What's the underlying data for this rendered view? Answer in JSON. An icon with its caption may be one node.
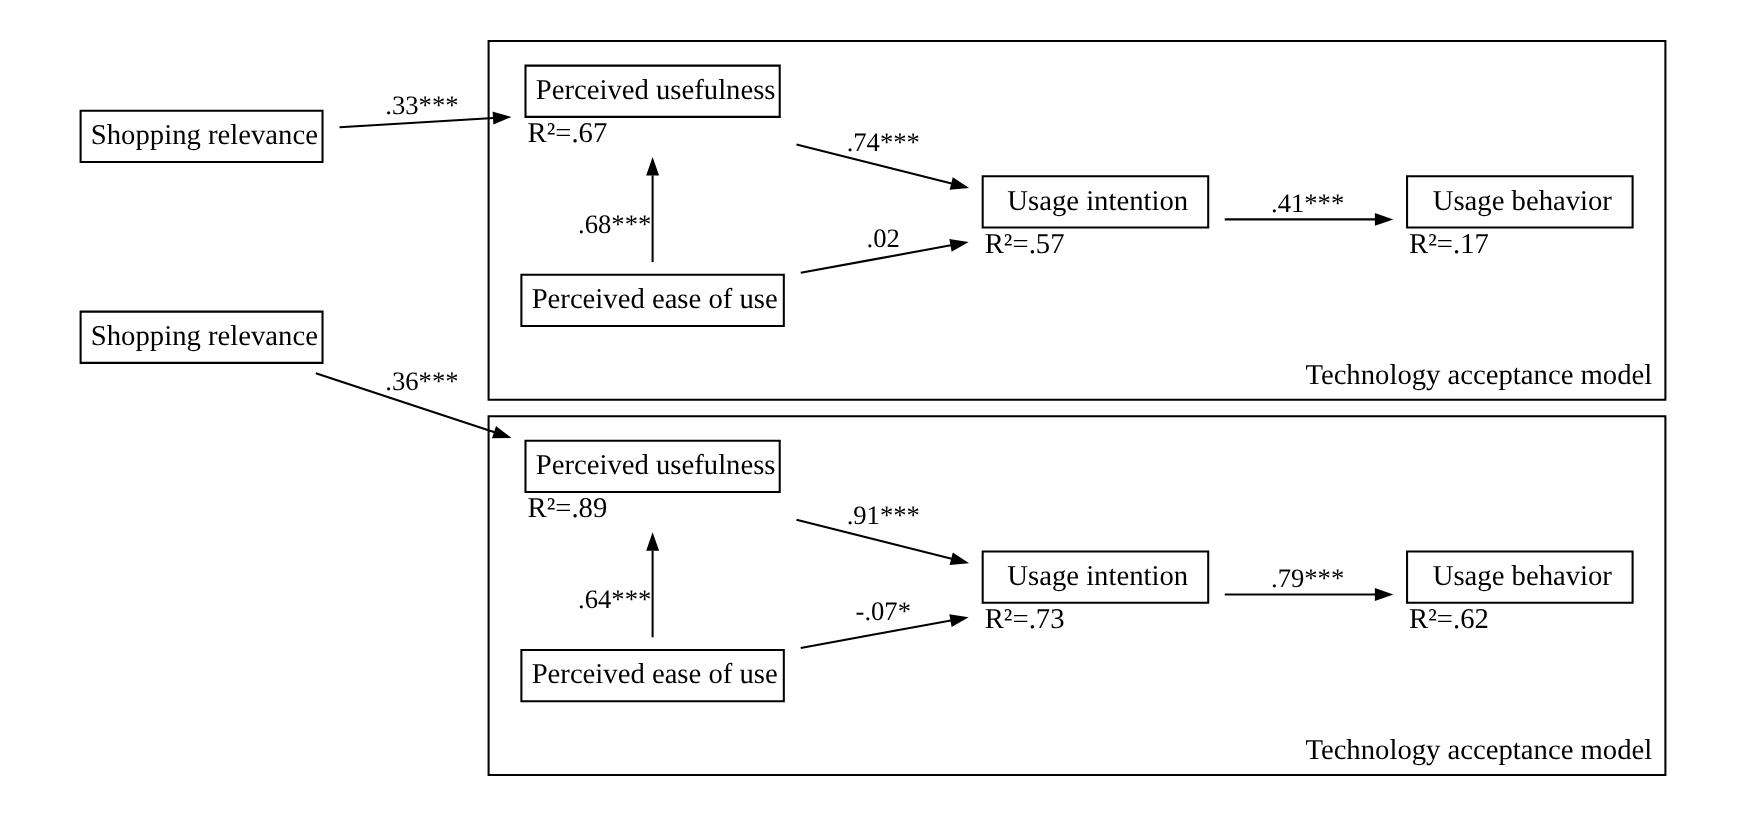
{
  "diagram": {
    "nodes": [
      {
        "text": [
          "Shopping relevance"
        ]
      },
      {
        "text": [
          "Technology acceptance model"
        ]
      },
      {
        "text": [
          "Perceived usefulness"
        ],
        "in": 1,
        "beside": [
          "R²=.67"
        ]
      },
      {
        "text": [
          "Perceived ease of use"
        ],
        "in": 1
      },
      {
        "text": [
          "Usage intention"
        ],
        "in": 1,
        "beside": [
          "R²=.57"
        ]
      },
      {
        "text": [
          "Usage behavior"
        ],
        "in": 1,
        "beside": [
          "R²=.17"
        ]
      },
      {
        "text": [
          "Shopping relevance"
        ]
      },
      {
        "text": [
          "Technology acceptance model"
        ]
      },
      {
        "text": [
          "Perceived usefulness"
        ],
        "in": 7,
        "beside": [
          "R²=.89"
        ]
      },
      {
        "text": [
          "Perceived ease of use"
        ],
        "in": 7
      },
      {
        "text": [
          "Usage intention"
        ],
        "in": 7,
        "beside": [
          "R²=.73"
        ]
      },
      {
        "text": [
          "Usage behavior"
        ],
        "in": 7,
        "beside": [
          "R²=.62"
        ]
      }
    ],
    "edges": [
      {
        "from": 0,
        "to": 2,
        "arrow": "to",
        "label": ".33***"
      },
      {
        "from": 3,
        "to": 2,
        "arrow": "to",
        "label": ".68***"
      },
      {
        "from": 2,
        "to": 4,
        "arrow": "to",
        "label": ".74***"
      },
      {
        "from": 3,
        "to": 4,
        "arrow": "to",
        "label": ".02"
      },
      {
        "from": 4,
        "to": 5,
        "arrow": "to",
        "label": ".41***"
      },
      {
        "from": 6,
        "to": 8,
        "arrow": "to",
        "label": ".36***"
      },
      {
        "from": 9,
        "to": 8,
        "arrow": "to",
        "label": ".64***"
      },
      {
        "from": 8,
        "to": 10,
        "arrow": "to",
        "label": ".91***"
      },
      {
        "from": 9,
        "to": 10,
        "arrow": "to",
        "label": "-.07*"
      },
      {
        "from": 10,
        "to": 11,
        "arrow": "to",
        "label": ".79***"
      }
    ]
  }
}
